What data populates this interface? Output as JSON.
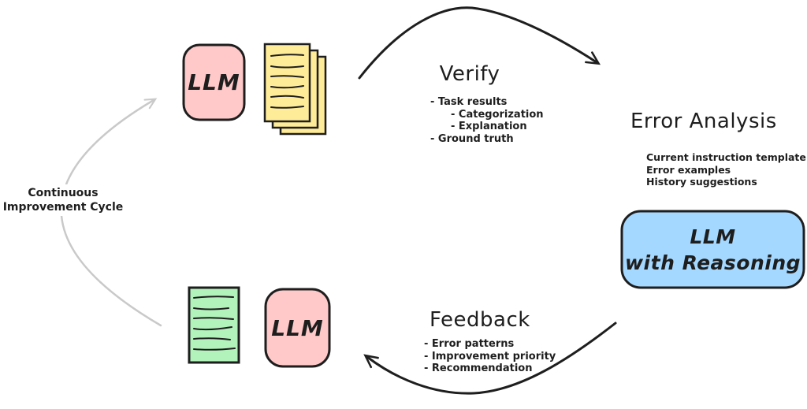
{
  "nodes": {
    "llm_top": "LLM",
    "llm_bottom": "LLM",
    "llm_reasoning": "LLM\nwith Reasoning"
  },
  "cycle": {
    "label": "Continuous\nImprovement Cycle"
  },
  "verify": {
    "title": "Verify",
    "items": [
      "- Task results",
      "- Categorization",
      "- Explanation",
      "- Ground truth"
    ]
  },
  "error_analysis": {
    "title": "Error Analysis",
    "items": [
      "Current instruction template",
      "Error examples",
      "History suggestions"
    ]
  },
  "feedback": {
    "title": "Feedback",
    "items": [
      "- Error patterns",
      "- Improvement priority",
      "- Recommendation"
    ]
  },
  "colors": {
    "pink": "#ffc9c9",
    "yellow": "#ffec99",
    "green": "#b2f2bb",
    "blue": "#a5d8ff",
    "ink": "#1e1e1e",
    "gray_arrow": "#c9c9c9"
  }
}
